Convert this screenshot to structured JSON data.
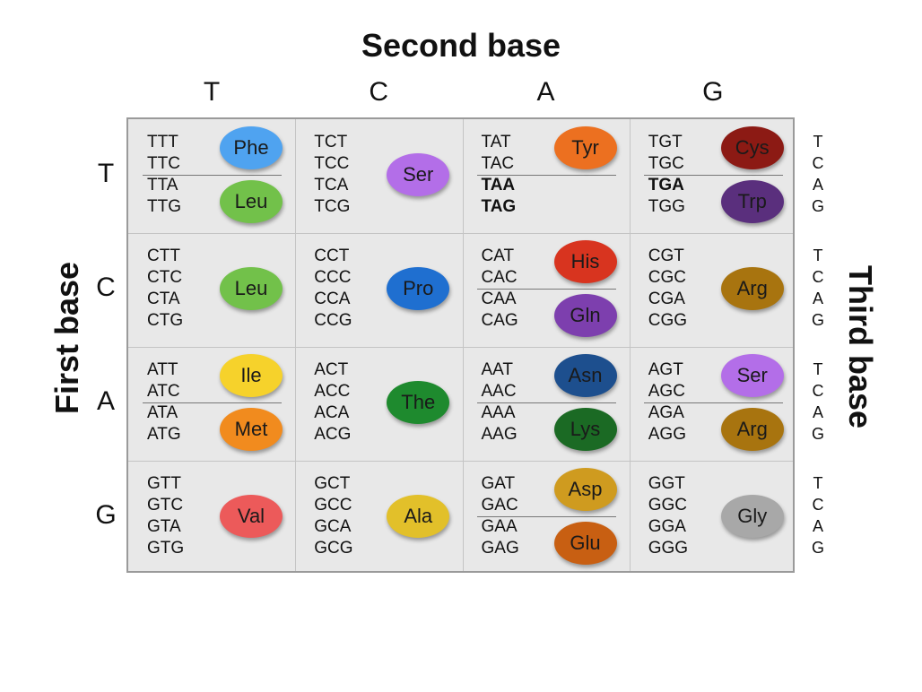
{
  "titles": {
    "second": "Second base",
    "first": "First base",
    "third": "Third base"
  },
  "bases": [
    "T",
    "C",
    "A",
    "G"
  ],
  "rows": [
    {
      "label": "T",
      "cells": [
        {
          "codons": [
            "TTT",
            "TTC",
            "TTA",
            "TTG"
          ],
          "stop": [
            false,
            false,
            false,
            false
          ],
          "split": true,
          "aa": [
            {
              "name": "Phe",
              "color": "#4fa3f0"
            },
            {
              "name": "Leu",
              "color": "#72c14a"
            }
          ]
        },
        {
          "codons": [
            "TCT",
            "TCC",
            "TCA",
            "TCG"
          ],
          "stop": [
            false,
            false,
            false,
            false
          ],
          "split": false,
          "aa": [
            {
              "name": "Ser",
              "color": "#b36ee8"
            }
          ]
        },
        {
          "codons": [
            "TAT",
            "TAC",
            "TAA",
            "TAG"
          ],
          "stop": [
            false,
            false,
            true,
            true
          ],
          "split": true,
          "aa": [
            {
              "name": "Tyr",
              "color": "#ec7020"
            }
          ]
        },
        {
          "codons": [
            "TGT",
            "TGC",
            "TGA",
            "TGG"
          ],
          "stop": [
            false,
            false,
            true,
            false
          ],
          "split": true,
          "aa": [
            {
              "name": "Cys",
              "color": "#8c1a14"
            },
            {
              "name": "Trp",
              "color": "#5a2f7d"
            }
          ]
        }
      ]
    },
    {
      "label": "C",
      "cells": [
        {
          "codons": [
            "CTT",
            "CTC",
            "CTA",
            "CTG"
          ],
          "stop": [
            false,
            false,
            false,
            false
          ],
          "split": false,
          "aa": [
            {
              "name": "Leu",
              "color": "#72c14a"
            }
          ]
        },
        {
          "codons": [
            "CCT",
            "CCC",
            "CCA",
            "CCG"
          ],
          "stop": [
            false,
            false,
            false,
            false
          ],
          "split": false,
          "aa": [
            {
              "name": "Pro",
              "color": "#1f6fd0"
            }
          ]
        },
        {
          "codons": [
            "CAT",
            "CAC",
            "CAA",
            "CAG"
          ],
          "stop": [
            false,
            false,
            false,
            false
          ],
          "split": true,
          "aa": [
            {
              "name": "His",
              "color": "#d8341f"
            },
            {
              "name": "Gln",
              "color": "#7d3fae"
            }
          ]
        },
        {
          "codons": [
            "CGT",
            "CGC",
            "CGA",
            "CGG"
          ],
          "stop": [
            false,
            false,
            false,
            false
          ],
          "split": false,
          "aa": [
            {
              "name": "Arg",
              "color": "#a8740f"
            }
          ]
        }
      ]
    },
    {
      "label": "A",
      "cells": [
        {
          "codons": [
            "ATT",
            "ATC",
            "ATA",
            "ATG"
          ],
          "stop": [
            false,
            false,
            false,
            false
          ],
          "split": true,
          "aa": [
            {
              "name": "Ile",
              "color": "#f6d22b"
            },
            {
              "name": "Met",
              "color": "#f18b1e"
            }
          ]
        },
        {
          "codons": [
            "ACT",
            "ACC",
            "ACA",
            "ACG"
          ],
          "stop": [
            false,
            false,
            false,
            false
          ],
          "split": false,
          "aa": [
            {
              "name": "The",
              "color": "#1e8a2e"
            }
          ]
        },
        {
          "codons": [
            "AAT",
            "AAC",
            "AAA",
            "AAG"
          ],
          "stop": [
            false,
            false,
            false,
            false
          ],
          "split": true,
          "aa": [
            {
              "name": "Asn",
              "color": "#1d4f8e"
            },
            {
              "name": "Lys",
              "color": "#1b6a24"
            }
          ]
        },
        {
          "codons": [
            "AGT",
            "AGC",
            "AGA",
            "AGG"
          ],
          "stop": [
            false,
            false,
            false,
            false
          ],
          "split": true,
          "aa": [
            {
              "name": "Ser",
              "color": "#b36ee8"
            },
            {
              "name": "Arg",
              "color": "#a8740f"
            }
          ]
        }
      ]
    },
    {
      "label": "G",
      "cells": [
        {
          "codons": [
            "GTT",
            "GTC",
            "GTA",
            "GTG"
          ],
          "stop": [
            false,
            false,
            false,
            false
          ],
          "split": false,
          "aa": [
            {
              "name": "Val",
              "color": "#ec5a5a"
            }
          ]
        },
        {
          "codons": [
            "GCT",
            "GCC",
            "GCA",
            "GCG"
          ],
          "stop": [
            false,
            false,
            false,
            false
          ],
          "split": false,
          "aa": [
            {
              "name": "Ala",
              "color": "#e2c02a"
            }
          ]
        },
        {
          "codons": [
            "GAT",
            "GAC",
            "GAA",
            "GAG"
          ],
          "stop": [
            false,
            false,
            false,
            false
          ],
          "split": true,
          "aa": [
            {
              "name": "Asp",
              "color": "#cf9b1f"
            },
            {
              "name": "Glu",
              "color": "#c85f12"
            }
          ]
        },
        {
          "codons": [
            "GGT",
            "GGC",
            "GGA",
            "GGG"
          ],
          "stop": [
            false,
            false,
            false,
            false
          ],
          "split": false,
          "aa": [
            {
              "name": "Gly",
              "color": "#a8a8a8"
            }
          ]
        }
      ]
    }
  ]
}
